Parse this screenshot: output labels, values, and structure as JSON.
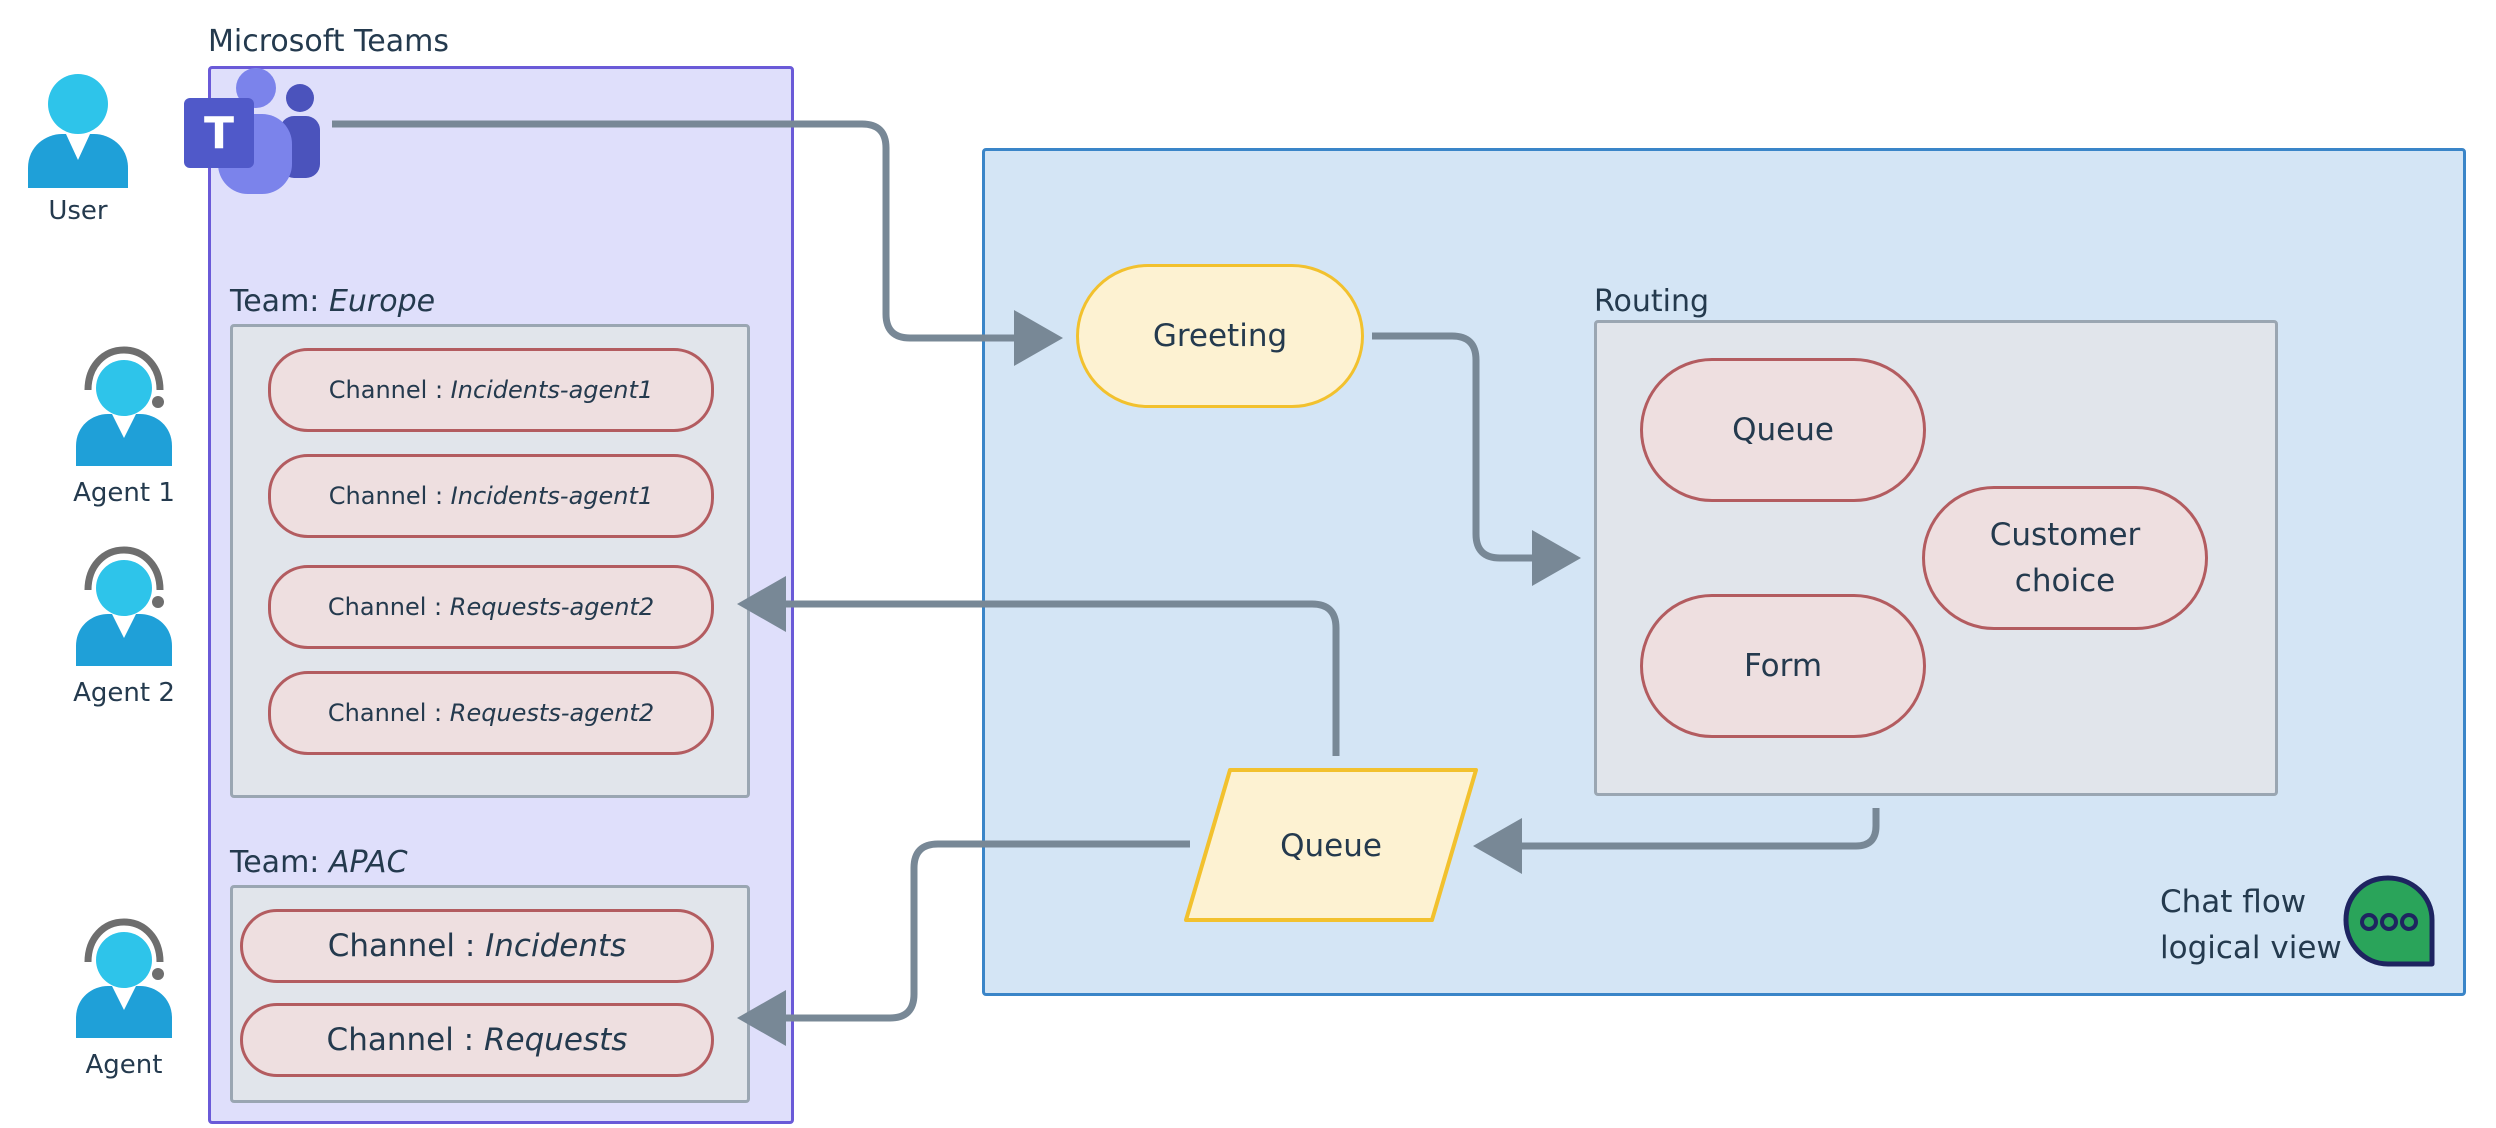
{
  "colors": {
    "teams_panel_fill": "#dfdffb",
    "teams_panel_border": "#6a5ad8",
    "chatflow_panel_fill": "#d4e5f5",
    "chatflow_panel_border": "#3a85c8",
    "team_box_fill": "#e1e5eb",
    "team_box_border": "#9aa6b2",
    "pill_fill": "#eedfe0",
    "pill_border": "#b35c60",
    "yellow_fill": "#fdf2d2",
    "yellow_border": "#f2c12e",
    "arrow": "#788896",
    "chat_icon_fill": "#2aa45a",
    "chat_icon_border": "#1e2460",
    "person_fill": "#2ec4ea"
  },
  "people": {
    "user": "User",
    "agent1": "Agent 1",
    "agent2": "Agent 2",
    "agent": "Agent"
  },
  "teams": {
    "title": "Microsoft Teams",
    "logo_letter": "T",
    "europe": {
      "prefix": "Team: ",
      "name": "Europe",
      "channels": [
        {
          "prefix": "Channel : ",
          "name": "Incidents-agent1"
        },
        {
          "prefix": "Channel : ",
          "name": "Incidents-agent1"
        },
        {
          "prefix": "Channel : ",
          "name": "Requests-agent2"
        },
        {
          "prefix": "Channel : ",
          "name": "Requests-agent2"
        }
      ]
    },
    "apac": {
      "prefix": "Team: ",
      "name": "APAC",
      "channels": [
        {
          "prefix": "Channel : ",
          "name": "Incidents"
        },
        {
          "prefix": "Channel : ",
          "name": "Requests"
        }
      ]
    }
  },
  "chatflow": {
    "greeting": "Greeting",
    "routing": {
      "title": "Routing",
      "queue": "Queue",
      "form": "Form",
      "customer_choice_line1": "Customer",
      "customer_choice_line2": "choice"
    },
    "queue": "Queue",
    "caption_line1": "Chat flow",
    "caption_line2": "logical view"
  }
}
